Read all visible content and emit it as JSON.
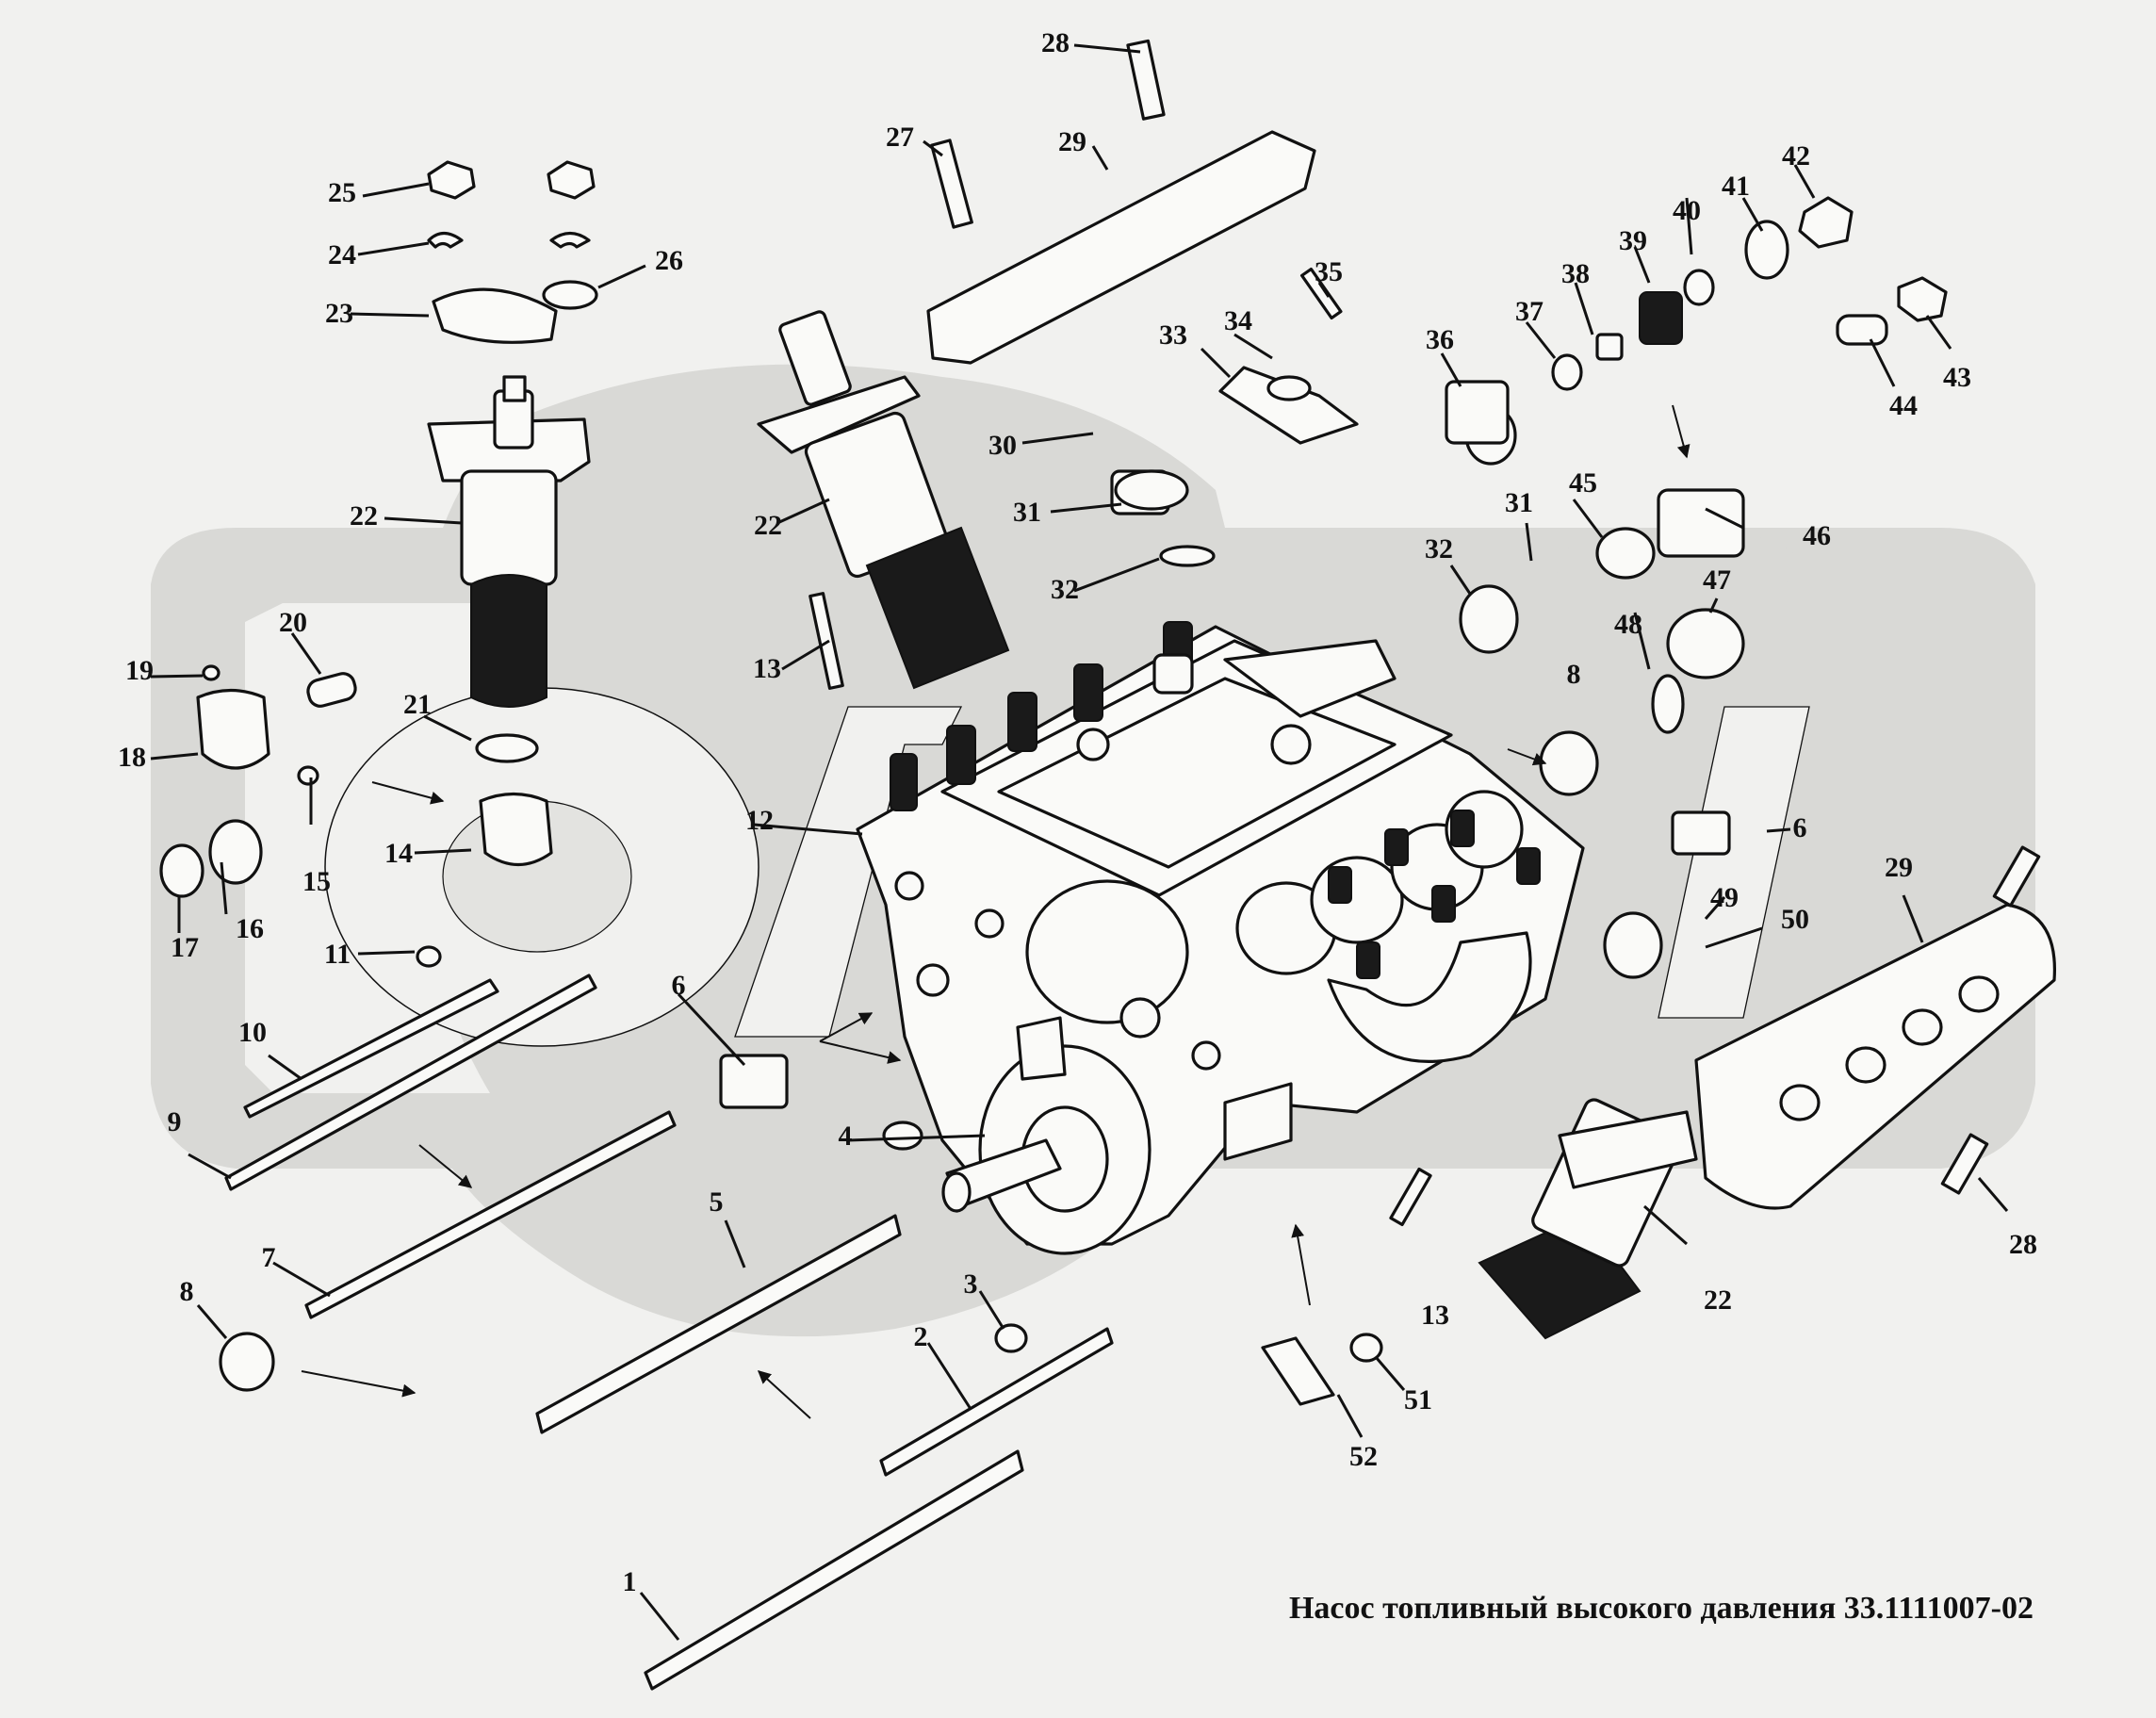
{
  "caption": "Насос топливный высокого давления 33.1111007-02",
  "labels": [
    "1",
    "2",
    "3",
    "4",
    "5",
    "6",
    "6",
    "7",
    "8",
    "8",
    "9",
    "10",
    "11",
    "12",
    "13",
    "13",
    "14",
    "15",
    "16",
    "17",
    "18",
    "19",
    "20",
    "21",
    "22",
    "22",
    "22",
    "23",
    "24",
    "25",
    "26",
    "27",
    "28",
    "28",
    "29",
    "29",
    "30",
    "31",
    "31",
    "32",
    "32",
    "33",
    "34",
    "35",
    "36",
    "37",
    "38",
    "39",
    "40",
    "41",
    "42",
    "43",
    "44",
    "45",
    "46",
    "47",
    "48",
    "49",
    "50",
    "51",
    "52"
  ],
  "colors": {
    "background": "#f1f1ef",
    "watermark": "#d9d9d6",
    "ink": "#111111"
  }
}
